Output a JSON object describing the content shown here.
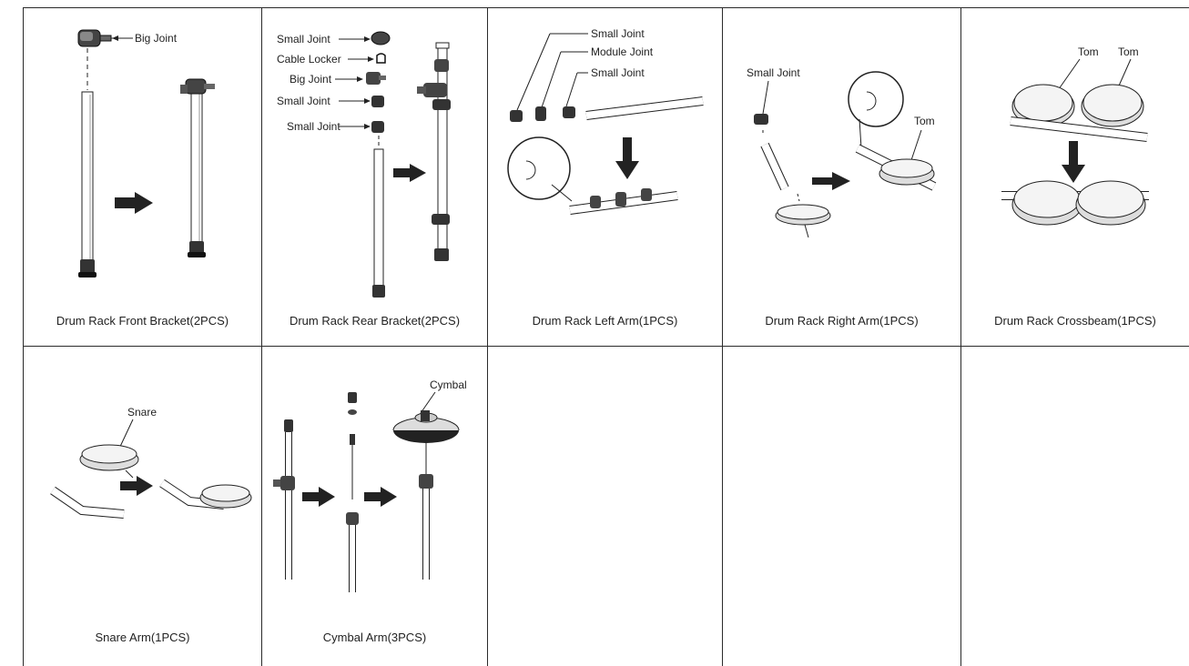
{
  "captions": {
    "front_bracket": "Drum Rack Front Bracket(2PCS)",
    "rear_bracket": "Drum Rack Rear Bracket(2PCS)",
    "left_arm": "Drum Rack Left Arm(1PCS)",
    "right_arm": "Drum Rack Right Arm(1PCS)",
    "crossbeam": "Drum Rack Crossbeam(1PCS)",
    "snare_arm": "Snare Arm(1PCS)",
    "cymbal_arm": "Cymbal Arm(3PCS)"
  },
  "labels": {
    "big_joint": "Big Joint",
    "small_joint": "Small Joint",
    "cable_locker": "Cable Locker",
    "module_joint": "Module Joint",
    "tom": "Tom",
    "snare": "Snare",
    "cymbal": "Cymbal"
  }
}
